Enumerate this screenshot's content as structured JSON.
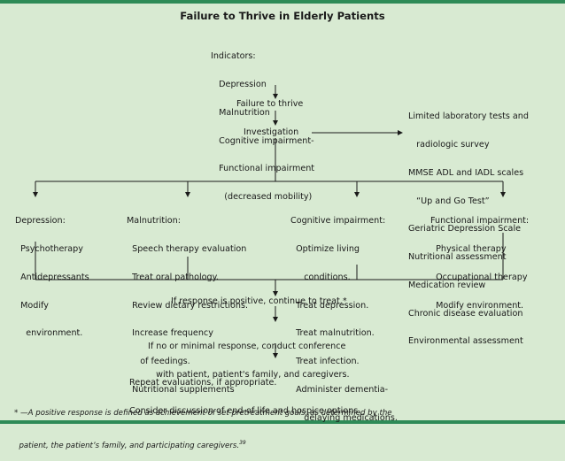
{
  "title": "Failure to Thrive in Elderly Patients",
  "indicators": [
    "Indicators:",
    "   Depression",
    "   Malnutrition",
    "   Cognitive impairment-",
    "   Functional impairment",
    "     (decreased mobility)"
  ],
  "failure_to_thrive": "Failure to thrive",
  "investigation": "Investigation",
  "assessments": [
    "Limited laboratory tests and",
    "   radiologic survey",
    "MMSE ADL and IADL scales",
    "   “Up and Go Test”",
    "Geriatric Depression Scale",
    "Nutritional assessment",
    "Medication review",
    "Chronic disease evaluation",
    "Environmental assessment"
  ],
  "branches": {
    "depression": [
      "Depression:",
      "  Psychotherapy",
      "  Antidepressants",
      "  Modify",
      "    environment."
    ],
    "malnutrition": [
      "Malnutrition:",
      "  Speech therapy evaluation",
      "  Treat oral pathology.",
      "  Review dietary restrictions.",
      "  Increase frequency",
      "     of feedings.",
      "  Nutritional supplements"
    ],
    "cognitive": [
      "Cognitive impairment:",
      "  Optimize living",
      "     conditions.",
      "  Treat depression.",
      "  Treat malnutrition.",
      "  Treat infection.",
      "  Administer dementia-",
      "     delaying medications."
    ],
    "functional": [
      "Functional impairment:",
      "  Physical therapy",
      "  Occupational therapy",
      "  Modify environment."
    ]
  },
  "positive_response": "If response is positive, continue to treat.*",
  "minimal_response": [
    "If no or minimal response, conduct conference",
    "   with patient, patient's family, and caregivers."
  ],
  "repeat": [
    "Repeat evaluations, if appropriate.",
    "Consider discussion of end-of-life and hospice options."
  ],
  "footnote": [
    "* —A positive response is defined as achievement of set pretreatment goals, as determined by the",
    "  patient, the patient’s family, and participating caregivers.",
    "39"
  ],
  "colors": {
    "background": "#d8ead2",
    "frame": "#2e8b57",
    "line": "#1a1a1a"
  }
}
